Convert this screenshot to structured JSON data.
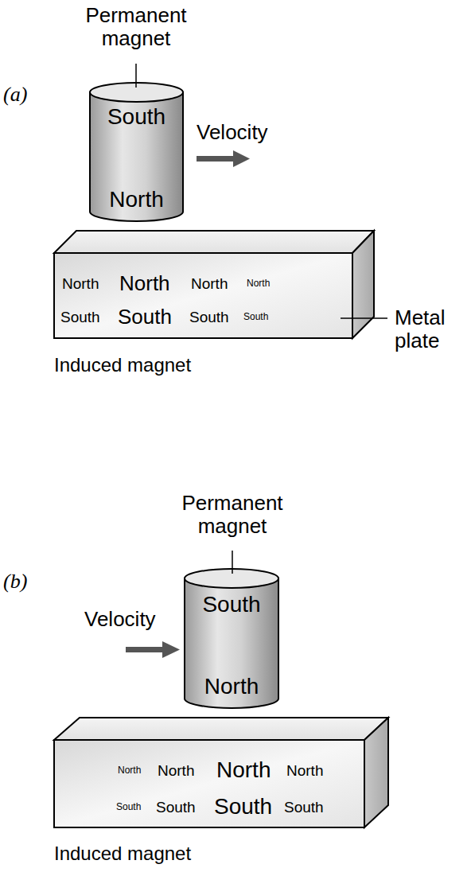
{
  "diagram": {
    "nodes": [
      {
        "text": [
          "South",
          "North"
        ]
      },
      {
        "text": [
          "North",
          "North",
          "North",
          "North",
          "South",
          "South",
          "South",
          "South"
        ]
      },
      {
        "text": [
          "South",
          "North"
        ]
      },
      {
        "text": [
          "North",
          "North",
          "North",
          "North",
          "South",
          "South",
          "South",
          "South"
        ]
      }
    ],
    "labels": [
      "(a)",
      "Permanent magnet",
      "Velocity",
      "Metal plate",
      "Induced magnet",
      "(b)",
      "Permanent magnet",
      "Velocity",
      "Induced magnet"
    ]
  }
}
